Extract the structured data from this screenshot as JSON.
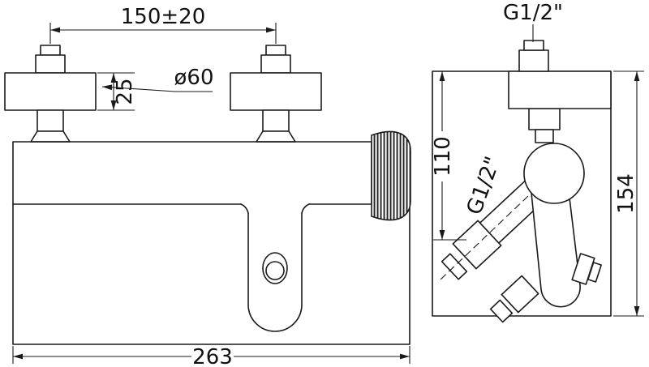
{
  "drawing": {
    "type": "technical-dimension-drawing",
    "subject": "wall-mounted shower mixer, front and side views",
    "colors": {
      "line": "#1a1a1a",
      "background": "#ffffff"
    },
    "labels": {
      "mount_spacing": "150±20",
      "top_thread": "G1/2\"",
      "escutcheon_thickness": "25",
      "escutcheon_diameter": "ø60",
      "outlet_offset": "110",
      "outlet_thread": "G1/2\"",
      "overall_height": "154",
      "overall_width": "263"
    }
  }
}
